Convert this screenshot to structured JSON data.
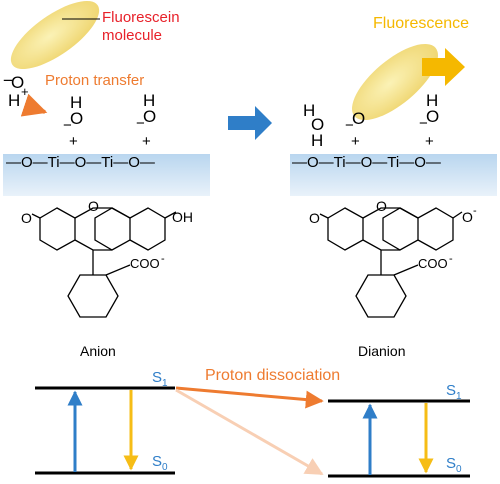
{
  "left_panel": {
    "molecule_label_line1": "Fluorescein",
    "molecule_label_line2": "molecule",
    "transfer_label": "Proton transfer",
    "hydroxyl_O": "O",
    "hydroxyl_H": "H",
    "plus_sign": "+",
    "minus_sign": "−",
    "surface_formula": "—O—Ti—O—Ti—O—",
    "structure_label": "Anion",
    "structure_OH": "OH",
    "structure_keto_O": "O",
    "structure_ring_O": "O",
    "structure_COO": "COO",
    "structure_COO_charge": "-"
  },
  "right_panel": {
    "emission_label": "Fluorescence",
    "water_H": "H",
    "water_O": "O",
    "surface_formula": "—O—Ti—O—Ti—O—",
    "structure_label": "Dianion",
    "structure_O_minus": "O",
    "structure_O_charge": "-",
    "structure_keto_O": "O",
    "structure_ring_O": "O",
    "structure_COO": "COO",
    "structure_COO_charge": "-"
  },
  "energy_diagram": {
    "dissociation_label": "Proton dissociation",
    "left_S1_main": "S",
    "left_S1_sub": "1",
    "left_S0_main": "S",
    "left_S0_sub": "0",
    "right_S1_main": "S",
    "right_S1_sub": "1",
    "right_S0_main": "S",
    "right_S0_sub": "0"
  },
  "colors": {
    "label_red": "#e8212a",
    "orange": "#ee7b30",
    "fluorescence_yellow": "#f5b800",
    "surface_blue": "#cfe3f4",
    "arrow_blue": "#2f7ec8",
    "transition_yellow": "#f6bd16",
    "faint_orange": "#f8cfb4"
  }
}
